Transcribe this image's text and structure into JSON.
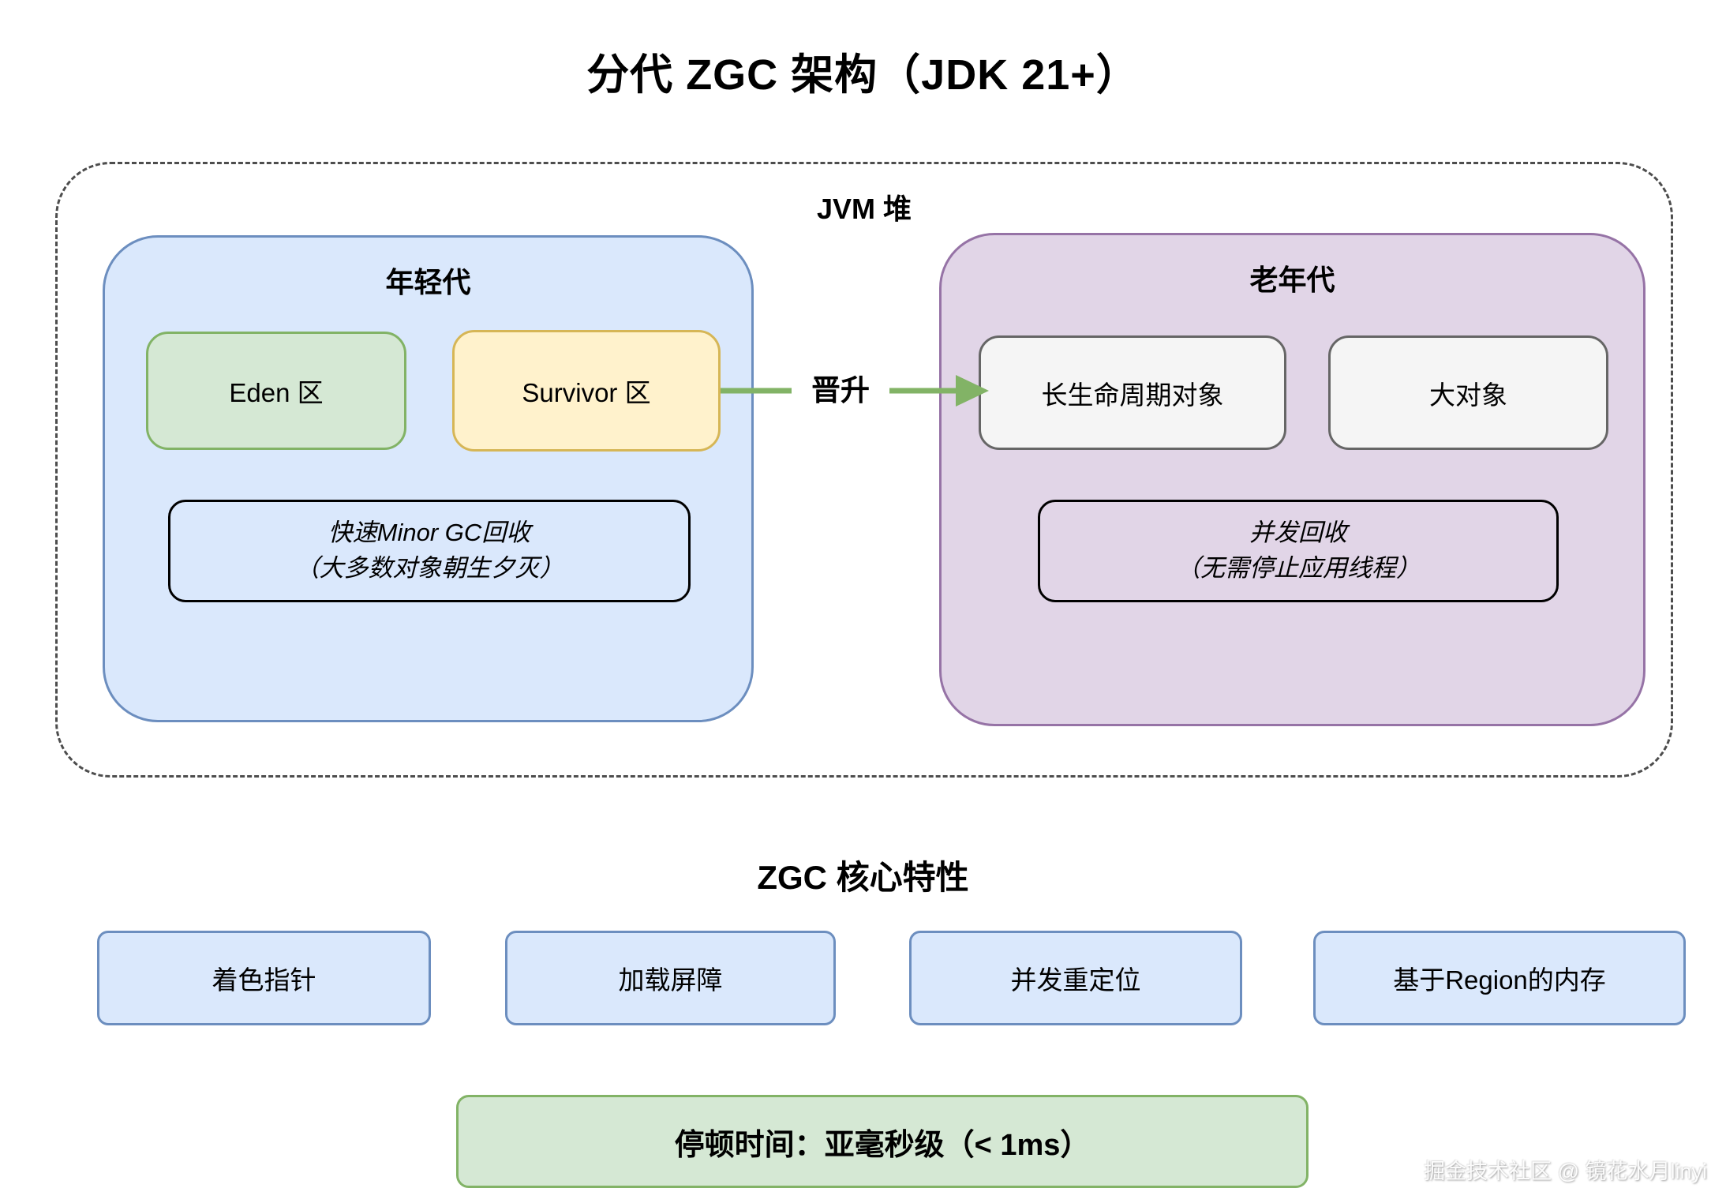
{
  "title": "分代 ZGC 架构（JDK 21+）",
  "heap": {
    "label": "JVM 堆",
    "young": {
      "label": "年轻代",
      "eden_label": "Eden 区",
      "survivor_label": "Survivor 区",
      "note_line1": "快速Minor GC回收",
      "note_line2": "（大多数对象朝生夕灭）"
    },
    "promotion_label": "晋升",
    "old": {
      "label": "老年代",
      "long_lived_label": "长生命周期对象",
      "large_object_label": "大对象",
      "note_line1": "并发回收",
      "note_line2": "（无需停止应用线程）"
    }
  },
  "features": {
    "heading": "ZGC 核心特性",
    "items": [
      "着色指针",
      "加载屏障",
      "并发重定位",
      "基于Region的内存"
    ]
  },
  "pause_time": "停顿时间：亚毫秒级（< 1ms）",
  "watermark": "掘金技术社区 @ 镜花水月linyi",
  "colors": {
    "young_fill": "#dae8fc",
    "young_border": "#6c8ebf",
    "eden_fill": "#d5e8d4",
    "eden_border": "#82b366",
    "survivor_fill": "#fff2cc",
    "survivor_border": "#d6b656",
    "old_fill": "#e1d5e7",
    "old_border": "#9673a6",
    "object_fill": "#f5f5f5",
    "object_border": "#666666",
    "feature_fill": "#dae8fc",
    "feature_border": "#6c8ebf",
    "pause_fill": "#d5e8d4",
    "pause_border": "#82b366",
    "arrow_color": "#82b366",
    "heap_border": "#4d4d4d"
  }
}
